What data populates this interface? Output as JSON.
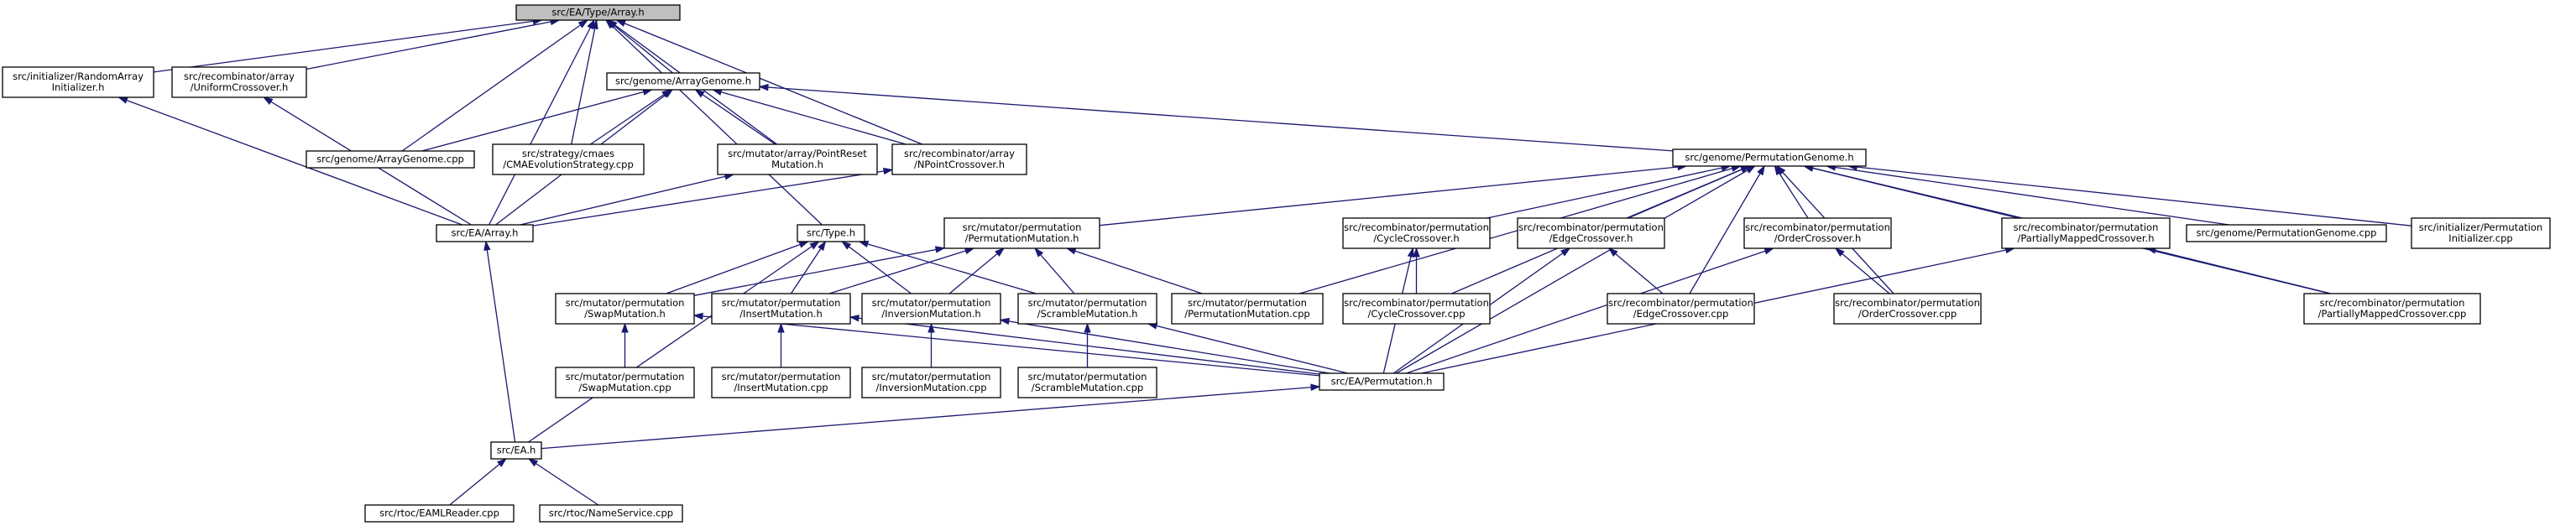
{
  "graph": {
    "nodes": [
      {
        "id": "array_h",
        "lines": [
          "src/EA/Type/Array.h"
        ],
        "root": true
      },
      {
        "id": "rai_h",
        "lines": [
          "src/initializer/RandomArray",
          "Initializer.h"
        ]
      },
      {
        "id": "uc_h",
        "lines": [
          "src/recombinator/array",
          "/UniformCrossover.h"
        ]
      },
      {
        "id": "ag_h",
        "lines": [
          "src/genome/ArrayGenome.h"
        ]
      },
      {
        "id": "ag_cpp",
        "lines": [
          "src/genome/ArrayGenome.cpp"
        ]
      },
      {
        "id": "cmaes_cpp",
        "lines": [
          "src/strategy/cmaes",
          "/CMAEvolutionStrategy.cpp"
        ]
      },
      {
        "id": "prm_h",
        "lines": [
          "src/mutator/array/PointReset",
          "Mutation.h"
        ]
      },
      {
        "id": "npc_h",
        "lines": [
          "src/recombinator/array",
          "/NPointCrossover.h"
        ]
      },
      {
        "id": "pg_h",
        "lines": [
          "src/genome/PermutationGenome.h"
        ]
      },
      {
        "id": "ea_array_h",
        "lines": [
          "src/EA/Array.h"
        ]
      },
      {
        "id": "type_h",
        "lines": [
          "src/Type.h"
        ]
      },
      {
        "id": "pm_h",
        "lines": [
          "src/mutator/permutation",
          "/PermutationMutation.h"
        ]
      },
      {
        "id": "cc_h",
        "lines": [
          "src/recombinator/permutation",
          "/CycleCrossover.h"
        ]
      },
      {
        "id": "ec_h",
        "lines": [
          "src/recombinator/permutation",
          "/EdgeCrossover.h"
        ]
      },
      {
        "id": "oc_h",
        "lines": [
          "src/recombinator/permutation",
          "/OrderCrossover.h"
        ]
      },
      {
        "id": "pmc_h",
        "lines": [
          "src/recombinator/permutation",
          "/PartiallyMappedCrossover.h"
        ]
      },
      {
        "id": "pg_cpp",
        "lines": [
          "src/genome/PermutationGenome.cpp"
        ]
      },
      {
        "id": "pi_cpp",
        "lines": [
          "src/initializer/Permutation",
          "Initializer.cpp"
        ]
      },
      {
        "id": "sm_h",
        "lines": [
          "src/mutator/permutation",
          "/SwapMutation.h"
        ]
      },
      {
        "id": "im_h",
        "lines": [
          "src/mutator/permutation",
          "/InsertMutation.h"
        ]
      },
      {
        "id": "inv_h",
        "lines": [
          "src/mutator/permutation",
          "/InversionMutation.h"
        ]
      },
      {
        "id": "scm_h",
        "lines": [
          "src/mutator/permutation",
          "/ScrambleMutation.h"
        ]
      },
      {
        "id": "pm_cpp",
        "lines": [
          "src/mutator/permutation",
          "/PermutationMutation.cpp"
        ]
      },
      {
        "id": "cc_cpp",
        "lines": [
          "src/recombinator/permutation",
          "/CycleCrossover.cpp"
        ]
      },
      {
        "id": "ec_cpp",
        "lines": [
          "src/recombinator/permutation",
          "/EdgeCrossover.cpp"
        ]
      },
      {
        "id": "oc_cpp",
        "lines": [
          "src/recombinator/permutation",
          "/OrderCrossover.cpp"
        ]
      },
      {
        "id": "pmc_cpp",
        "lines": [
          "src/recombinator/permutation",
          "/PartiallyMappedCrossover.cpp"
        ]
      },
      {
        "id": "sm_cpp",
        "lines": [
          "src/mutator/permutation",
          "/SwapMutation.cpp"
        ]
      },
      {
        "id": "im_cpp",
        "lines": [
          "src/mutator/permutation",
          "/InsertMutation.cpp"
        ]
      },
      {
        "id": "inv_cpp",
        "lines": [
          "src/mutator/permutation",
          "/InversionMutation.cpp"
        ]
      },
      {
        "id": "scm_cpp",
        "lines": [
          "src/mutator/permutation",
          "/ScrambleMutation.cpp"
        ]
      },
      {
        "id": "perm_h",
        "lines": [
          "src/EA/Permutation.h"
        ]
      },
      {
        "id": "ea_h",
        "lines": [
          "src/EA.h"
        ]
      },
      {
        "id": "eaml_cpp",
        "lines": [
          "src/rtoc/EAMLReader.cpp"
        ]
      },
      {
        "id": "ns_cpp",
        "lines": [
          "src/rtoc/NameService.cpp"
        ]
      }
    ],
    "edges": [
      [
        "array_h",
        "rai_h"
      ],
      [
        "array_h",
        "uc_h"
      ],
      [
        "array_h",
        "ag_h"
      ],
      [
        "array_h",
        "ag_cpp"
      ],
      [
        "array_h",
        "cmaes_cpp"
      ],
      [
        "array_h",
        "prm_h"
      ],
      [
        "array_h",
        "npc_h"
      ],
      [
        "array_h",
        "ea_array_h"
      ],
      [
        "array_h",
        "type_h"
      ],
      [
        "rai_h",
        "ea_array_h"
      ],
      [
        "uc_h",
        "ea_array_h"
      ],
      [
        "ag_h",
        "ag_cpp"
      ],
      [
        "ag_h",
        "cmaes_cpp"
      ],
      [
        "ag_h",
        "prm_h"
      ],
      [
        "ag_h",
        "npc_h"
      ],
      [
        "ag_h",
        "ea_array_h"
      ],
      [
        "ag_h",
        "pg_h"
      ],
      [
        "prm_h",
        "ea_array_h"
      ],
      [
        "npc_h",
        "ea_array_h"
      ],
      [
        "pg_h",
        "pm_h"
      ],
      [
        "pg_h",
        "cc_h"
      ],
      [
        "pg_h",
        "ec_h"
      ],
      [
        "pg_h",
        "oc_h"
      ],
      [
        "pg_h",
        "pmc_h"
      ],
      [
        "pg_h",
        "pg_cpp"
      ],
      [
        "pg_h",
        "pi_cpp"
      ],
      [
        "pg_h",
        "pm_cpp"
      ],
      [
        "pg_h",
        "cc_cpp"
      ],
      [
        "pg_h",
        "ec_cpp"
      ],
      [
        "pg_h",
        "oc_cpp"
      ],
      [
        "pg_h",
        "pmc_cpp"
      ],
      [
        "pg_h",
        "perm_h"
      ],
      [
        "ea_array_h",
        "ea_h"
      ],
      [
        "type_h",
        "sm_h"
      ],
      [
        "type_h",
        "im_h"
      ],
      [
        "type_h",
        "inv_h"
      ],
      [
        "type_h",
        "scm_h"
      ],
      [
        "type_h",
        "ea_h"
      ],
      [
        "pm_h",
        "sm_h"
      ],
      [
        "pm_h",
        "im_h"
      ],
      [
        "pm_h",
        "inv_h"
      ],
      [
        "pm_h",
        "scm_h"
      ],
      [
        "pm_h",
        "pm_cpp"
      ],
      [
        "cc_h",
        "cc_cpp"
      ],
      [
        "cc_h",
        "perm_h"
      ],
      [
        "ec_h",
        "ec_cpp"
      ],
      [
        "ec_h",
        "perm_h"
      ],
      [
        "oc_h",
        "oc_cpp"
      ],
      [
        "oc_h",
        "perm_h"
      ],
      [
        "pmc_h",
        "pmc_cpp"
      ],
      [
        "pmc_h",
        "perm_h"
      ],
      [
        "sm_h",
        "sm_cpp"
      ],
      [
        "sm_h",
        "perm_h"
      ],
      [
        "im_h",
        "im_cpp"
      ],
      [
        "im_h",
        "perm_h"
      ],
      [
        "inv_h",
        "inv_cpp"
      ],
      [
        "inv_h",
        "perm_h"
      ],
      [
        "scm_h",
        "scm_cpp"
      ],
      [
        "scm_h",
        "perm_h"
      ],
      [
        "perm_h",
        "ea_h"
      ],
      [
        "ea_h",
        "eaml_cpp"
      ],
      [
        "ea_h",
        "ns_cpp"
      ]
    ]
  }
}
